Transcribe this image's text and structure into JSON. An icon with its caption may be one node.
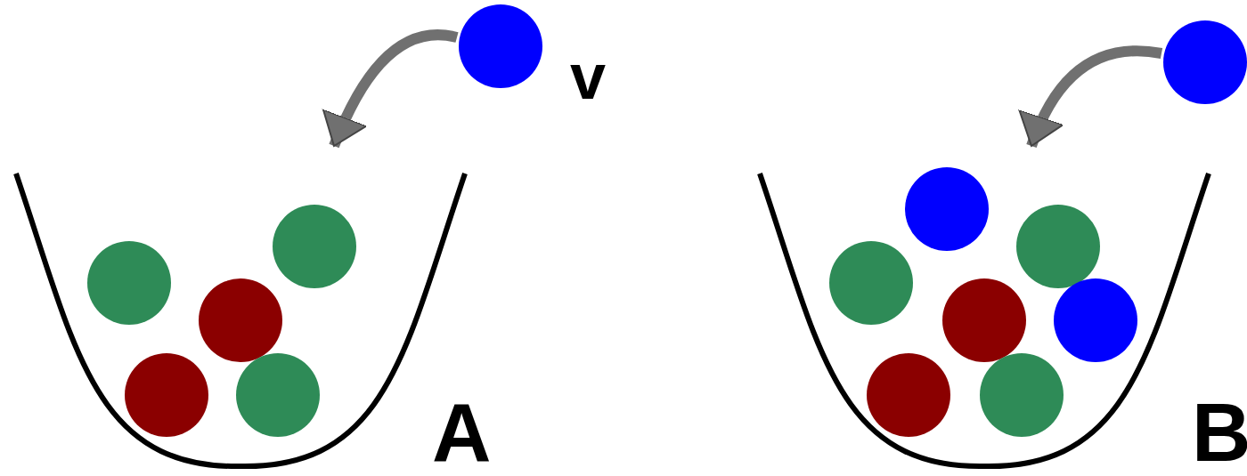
{
  "diagram": {
    "nodes": [
      {
        "text": [],
        "shape": "circle"
      },
      {
        "text": [],
        "shape": "bowl"
      },
      {
        "text": [],
        "shape": "circle",
        "in": 1
      },
      {
        "text": [],
        "shape": "circle",
        "in": 1
      },
      {
        "text": [],
        "shape": "circle",
        "in": 1
      },
      {
        "text": [],
        "shape": "circle",
        "in": 1
      },
      {
        "text": [],
        "shape": "circle",
        "in": 1
      },
      {
        "text": [],
        "shape": "circle"
      },
      {
        "text": [],
        "shape": "bowl"
      },
      {
        "text": [],
        "shape": "circle",
        "in": 8
      },
      {
        "text": [],
        "shape": "circle",
        "in": 8
      },
      {
        "text": [],
        "shape": "circle",
        "in": 8
      },
      {
        "text": [],
        "shape": "circle",
        "in": 8
      },
      {
        "text": [],
        "shape": "circle",
        "in": 8
      },
      {
        "text": [],
        "shape": "circle",
        "in": 8
      },
      {
        "text": [],
        "shape": "circle",
        "in": 8
      }
    ],
    "edges": [
      {
        "from": 0,
        "to": 1,
        "arrow": "to"
      },
      {
        "from": 7,
        "to": 8,
        "arrow": "to"
      }
    ],
    "labels": [
      "v",
      "A",
      "B"
    ]
  }
}
